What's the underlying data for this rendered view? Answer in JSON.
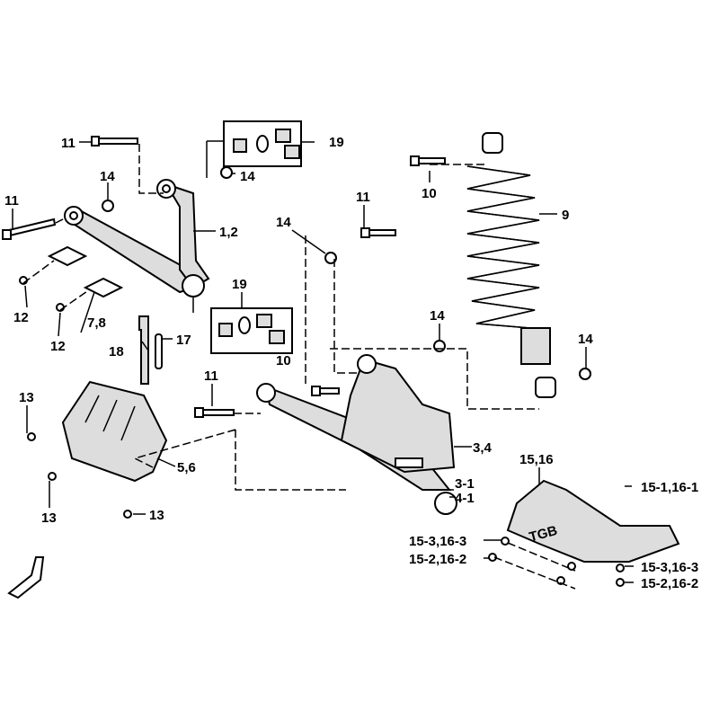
{
  "title": "Front suspension exploded parts diagram",
  "labels": {
    "l11a": "11",
    "l19a": "19",
    "l14a": "14",
    "l14b": "14",
    "l10a": "10",
    "l11b": "11",
    "l12": "1,2",
    "l11c": "11",
    "l9": "9",
    "l14c": "14",
    "l19b": "19",
    "l12a": "12",
    "l78": "7,8",
    "l14d": "14",
    "l12b": "12",
    "l18": "18",
    "l17": "17",
    "l14e": "14",
    "l10b": "10",
    "l11d": "11",
    "l13a": "13",
    "l34": "3,4",
    "l1516": "15,16",
    "l56": "5,6",
    "l31": "3-1",
    "l41": "4-1",
    "l151": "15-1,16-1",
    "l13b": "13",
    "l13c": "13",
    "l153a": "15-3,16-3",
    "l152a": "15-2,16-2",
    "l153b": "15-3,16-3",
    "l152b": "15-2,16-2"
  },
  "logo_text": "TGB"
}
